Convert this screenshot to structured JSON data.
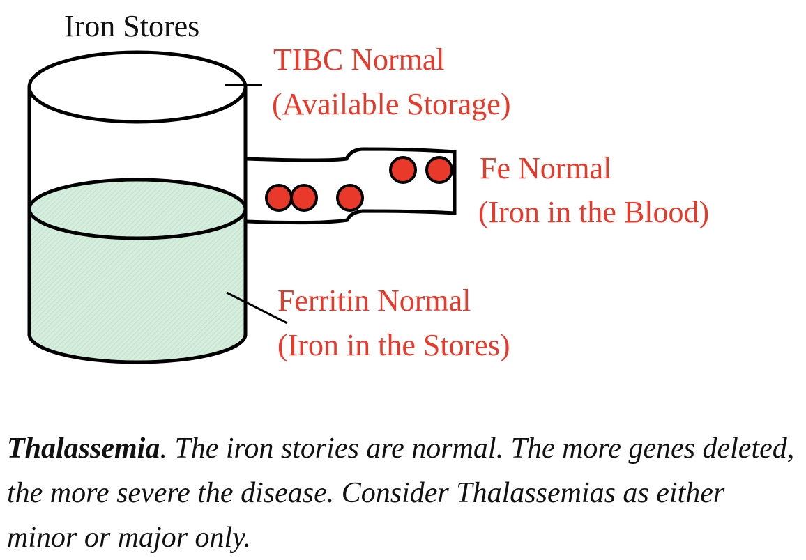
{
  "labels": {
    "iron_stores": "Iron Stores",
    "tibc_line1": "TIBC Normal",
    "tibc_line2": "(Available Storage)",
    "fe_line1": "Fe Normal",
    "fe_line2": "(Iron in the Blood)",
    "ferritin_line1": "Ferritin Normal",
    "ferritin_line2": "(Iron in the Stores)"
  },
  "caption": {
    "term": "Thalassemia",
    "text": ". The iron stories are normal. The more genes deleted, the more severe the disease. Consider Thalassemias as either minor or major only."
  },
  "colors": {
    "label_red": "#e8392a",
    "iron_dot": "#e8392a",
    "stores_fill": "#d3ecdb",
    "outline": "#000000"
  }
}
